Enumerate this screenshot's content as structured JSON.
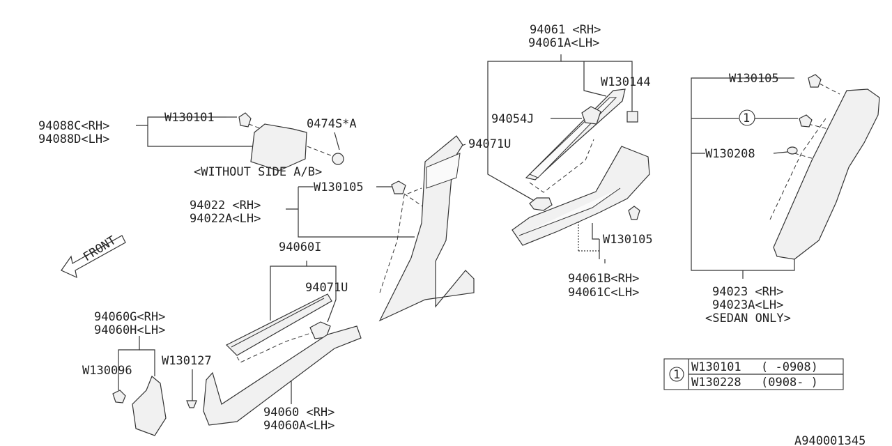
{
  "labels": {
    "p94061": "94061 <RH>",
    "p94061a": "94061A<LH>",
    "w130144": "W130144",
    "p94054j": "94054J",
    "p94071u_top": "94071U",
    "p94088c": "94088C<RH>",
    "p94088d": "94088D<LH>",
    "w130101_top": "W130101",
    "p0474s": "0474S*A",
    "without_side": "<WITHOUT SIDE A/B>",
    "w130105_mid": "W130105",
    "p94022": "94022 <RH>",
    "p94022a": "94022A<LH>",
    "p94060i": "94060I",
    "p94071u_low": "94071U",
    "front": "FRONT",
    "p94060g": "94060G<RH>",
    "p94060h": "94060H<LH>",
    "w130096": "W130096",
    "w130127": "W130127",
    "p94060": "94060 <RH>",
    "p94060a": "94060A<LH>",
    "w130105_r": "W130105",
    "p94061b": "94061B<RH>",
    "p94061c": "94061C<LH>",
    "w130105_far": "W130105",
    "circle_ref": "1",
    "w130208": "W130208",
    "p94023": "94023 <RH>",
    "p94023a": "94023A<LH>",
    "sedan_only": "<SEDAN ONLY>",
    "doc_id": "A940001345"
  },
  "legend": {
    "marker": "1",
    "rows": [
      {
        "part": "W130101",
        "range": "(  -0908)"
      },
      {
        "part": "W130228",
        "range": "(0908-  )"
      }
    ]
  }
}
